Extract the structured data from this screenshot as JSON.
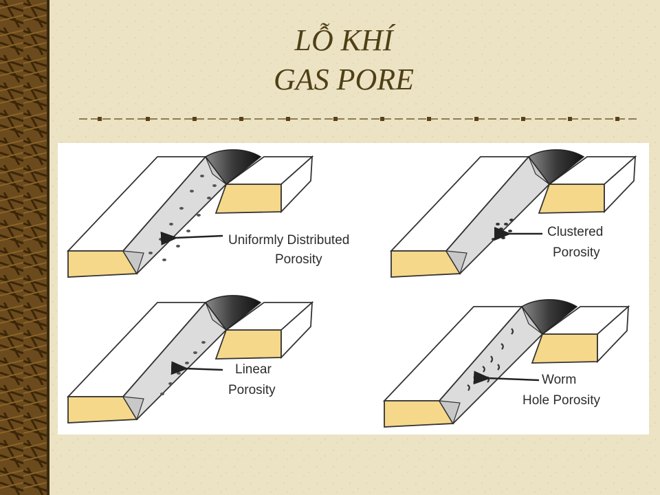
{
  "slide": {
    "title_line1": "LỖ KHÍ",
    "title_line2": "GAS PORE"
  },
  "diagram": {
    "panels": [
      {
        "id": "uniform",
        "label_lines": [
          "Uniformly Distributed",
          "Porosity"
        ]
      },
      {
        "id": "clustered",
        "label_lines": [
          "Clustered",
          "Porosity"
        ]
      },
      {
        "id": "linear",
        "label_lines": [
          "Linear",
          "Porosity"
        ]
      },
      {
        "id": "worm",
        "label_lines": [
          "Worm",
          "Hole Porosity"
        ]
      }
    ]
  },
  "colors": {
    "background": "#ece3c4",
    "title": "#4e3f16",
    "plate_face": "#f6d88a",
    "bead": "#dcdcdc",
    "border_strip": "#5a4018"
  }
}
